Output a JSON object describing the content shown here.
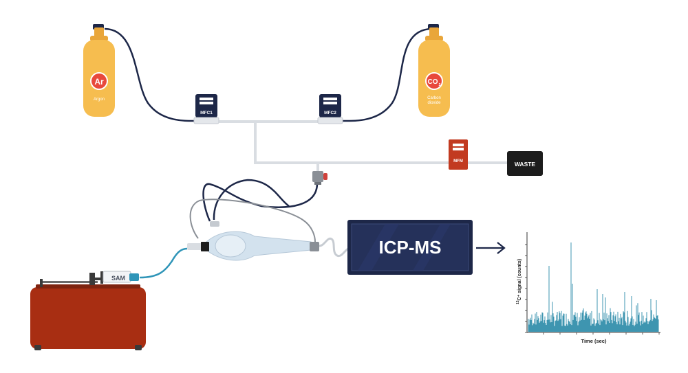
{
  "colors": {
    "cylinder": "#f6bd4f",
    "cylinder_dark": "#e9a63a",
    "badge_red": "#e8483c",
    "navy": "#1d2748",
    "tube_dark": "#1d2748",
    "tube_grey": "#d9dde2",
    "tube_mid": "#8a8f96",
    "tube_blue": "#2f95b8",
    "mfm_red": "#c23a20",
    "waste_black": "#1c1c1c",
    "pump_red": "#a82e12",
    "signal_teal": "#2a8aa8"
  },
  "cylinders": [
    {
      "symbol": "Ar",
      "caption_line1": "Argon",
      "caption_line2": ""
    },
    {
      "symbol": "CO",
      "subscript": "2",
      "caption_line1": "Carbon",
      "caption_line2": "dioxide"
    }
  ],
  "flow_controllers": [
    {
      "label": "MFC1"
    },
    {
      "label": "MFC2"
    }
  ],
  "flow_meter": {
    "label": "MFM"
  },
  "waste": {
    "label": "WASTE"
  },
  "syringe": {
    "label": "SAM"
  },
  "icpms": {
    "label": "ICP-MS"
  },
  "signal_plot": {
    "ylabel_superscript": "13",
    "ylabel_rest": "C⁺ signal (counts)",
    "xlabel": "Time (sec)"
  },
  "icons": [
    "gas-cylinder-icon",
    "arrow-right-icon",
    "valve-icon",
    "nebulizer-icon",
    "syringe-pump-icon"
  ]
}
